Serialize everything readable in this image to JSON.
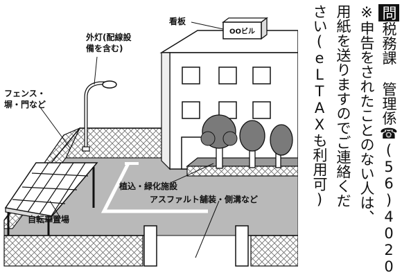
{
  "illustration": {
    "sign_text": "OOビル",
    "labels": {
      "signboard": "看板",
      "outdoor_light_line1": "外灯(配線設",
      "outdoor_light_line2": "備を含む)",
      "fence_line1": "フェンス・",
      "fence_line2": "塀・門など",
      "planting": "植込・緑化施設",
      "bicycle": "自転車置場",
      "asphalt": "アスファルト舗装・側溝など"
    }
  },
  "notice": {
    "prefix_boxed": "問",
    "col1_rest": "税務課 管理係☎(56)4020",
    "col2": "※申告をされたことのない人は、",
    "col3": "用紙を送りますのでご連絡くだ",
    "col4": "さい(eLTAXも利用可)"
  },
  "colors": {
    "ground": "#b9b9b9",
    "hatch": "#6d6d6d",
    "tree": "#7a7a7a",
    "ink": "#111111"
  }
}
